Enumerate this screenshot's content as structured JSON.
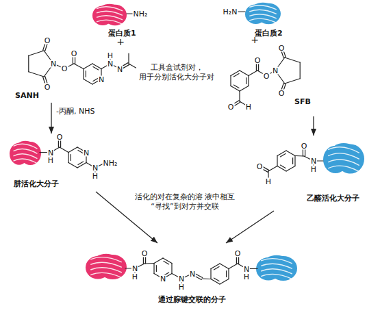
{
  "diagram": {
    "nodes": [
      {
        "text": [
          "蛋白质1"
        ]
      },
      {
        "text": [
          "蛋白质2"
        ]
      },
      {
        "text": [
          "SANH"
        ]
      },
      {
        "text": [
          "SFB"
        ]
      },
      {
        "text": [
          "肼活化大分子"
        ]
      },
      {
        "text": [
          "乙醛活化大分子"
        ]
      },
      {
        "text": [
          "通过腙键交联的分子"
        ]
      }
    ],
    "edges": [
      {
        "from": 2,
        "to": 4,
        "arrow": "to",
        "label": "-丙酮, NHS"
      },
      {
        "from": 3,
        "to": 5,
        "arrow": "to"
      },
      {
        "from": 4,
        "to": 6,
        "arrow": "to"
      },
      {
        "from": 5,
        "to": 6,
        "arrow": "to"
      }
    ],
    "labels": [
      "NH₂",
      "+",
      "H₂N",
      "+",
      "O",
      "O",
      "N",
      "O",
      "O",
      "N",
      "H",
      "N",
      "N",
      "O",
      "O",
      "N",
      "O",
      "O",
      "O",
      "H",
      "O",
      "N",
      "H",
      "N",
      "N",
      "H",
      "NH₂",
      "O",
      "N",
      "H",
      "O",
      "H",
      "O",
      "N",
      "H",
      "N",
      "N",
      "H",
      "N",
      "O",
      "N",
      "H",
      "工具盒试剂对， 用于分别活化大分子对",
      "活化的对在复杂的溶 液中相互“寻找”到对方并交联"
    ]
  }
}
